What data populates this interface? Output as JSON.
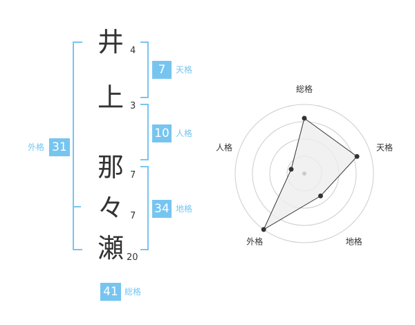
{
  "name": {
    "chars": [
      {
        "char": "井",
        "strokes": "4"
      },
      {
        "char": "上",
        "strokes": "3"
      },
      {
        "char": "那",
        "strokes": "7"
      },
      {
        "char": "々",
        "strokes": "7"
      },
      {
        "char": "瀬",
        "strokes": "20"
      }
    ]
  },
  "kakusu": {
    "tenkaku": {
      "value": "7",
      "label": "天格"
    },
    "jinkaku": {
      "value": "10",
      "label": "人格"
    },
    "chikaku": {
      "value": "34",
      "label": "地格"
    },
    "gaikaku": {
      "value": "31",
      "label": "外格"
    },
    "soukaku": {
      "value": "41",
      "label": "総格"
    }
  },
  "colors": {
    "accent": "#76c5f0",
    "text": "#333333",
    "radar_fill": "#eeeeee",
    "radar_ring": "#cccccc"
  },
  "chart_data": {
    "type": "radar",
    "axes": [
      "総格",
      "天格",
      "地格",
      "外格",
      "人格"
    ],
    "values": [
      4,
      4,
      2,
      5,
      1
    ],
    "range": [
      0,
      5
    ],
    "rings": 4
  }
}
